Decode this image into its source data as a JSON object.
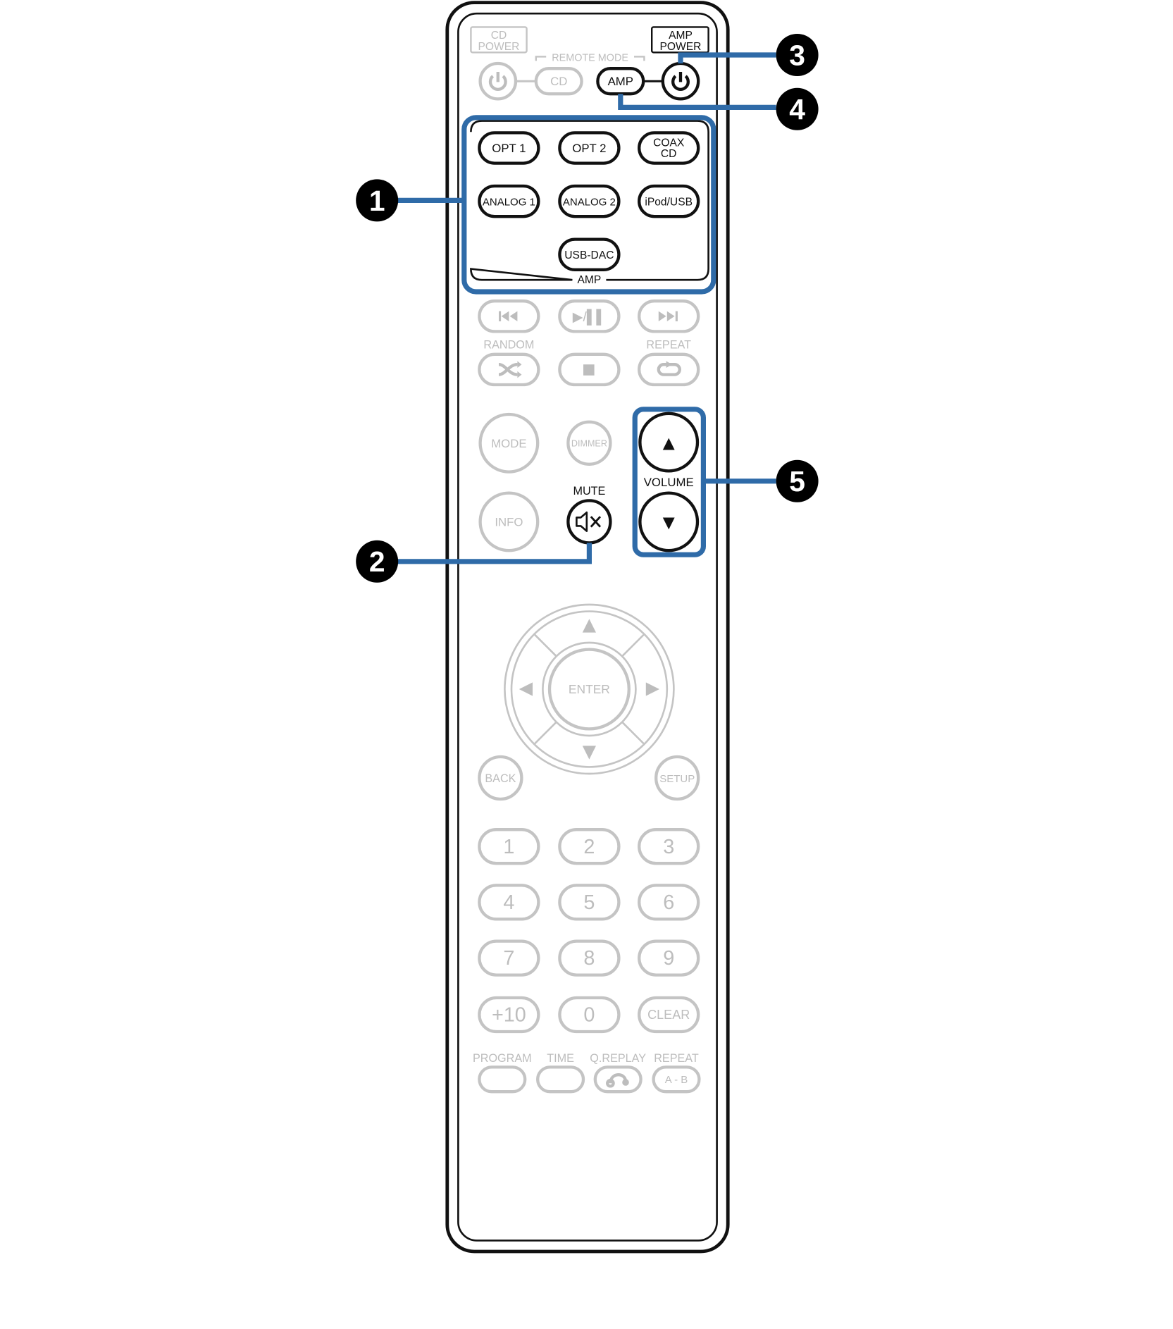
{
  "header": {
    "cd_power": [
      "CD",
      "POWER"
    ],
    "amp_power": [
      "AMP",
      "POWER"
    ],
    "remote_mode": "REMOTE MODE",
    "cd": "CD",
    "amp": "AMP"
  },
  "inputs": {
    "opt1": "OPT 1",
    "opt2": "OPT 2",
    "coax_cd": [
      "COAX",
      "CD"
    ],
    "analog1": "ANALOG 1",
    "analog2": "ANALOG 2",
    "ipod_usb": "iPod/USB",
    "usb_dac": "USB-DAC",
    "group_label": "AMP"
  },
  "transport": {
    "play_pause": "▶/▌▌",
    "random": "RANDOM",
    "repeat": "REPEAT"
  },
  "controls": {
    "mode": "MODE",
    "dimmer": "DIMMER",
    "mute": "MUTE",
    "info": "INFO",
    "volume": "VOLUME",
    "vol_up": "▲",
    "vol_down": "▼"
  },
  "nav": {
    "enter": "ENTER",
    "back": "BACK",
    "setup": "SETUP"
  },
  "keypad": [
    "1",
    "2",
    "3",
    "4",
    "5",
    "6",
    "7",
    "8",
    "9",
    "+10",
    "0",
    "CLEAR"
  ],
  "bottom": {
    "program": "PROGRAM",
    "time": "TIME",
    "q_replay": "Q.REPLAY",
    "repeat": "REPEAT",
    "ab": "A - B"
  },
  "callouts": [
    "1",
    "2",
    "3",
    "4",
    "5"
  ],
  "colors": {
    "highlight": "#2f6ba8",
    "active": "#111111",
    "inactive": "#c4c4c4"
  }
}
